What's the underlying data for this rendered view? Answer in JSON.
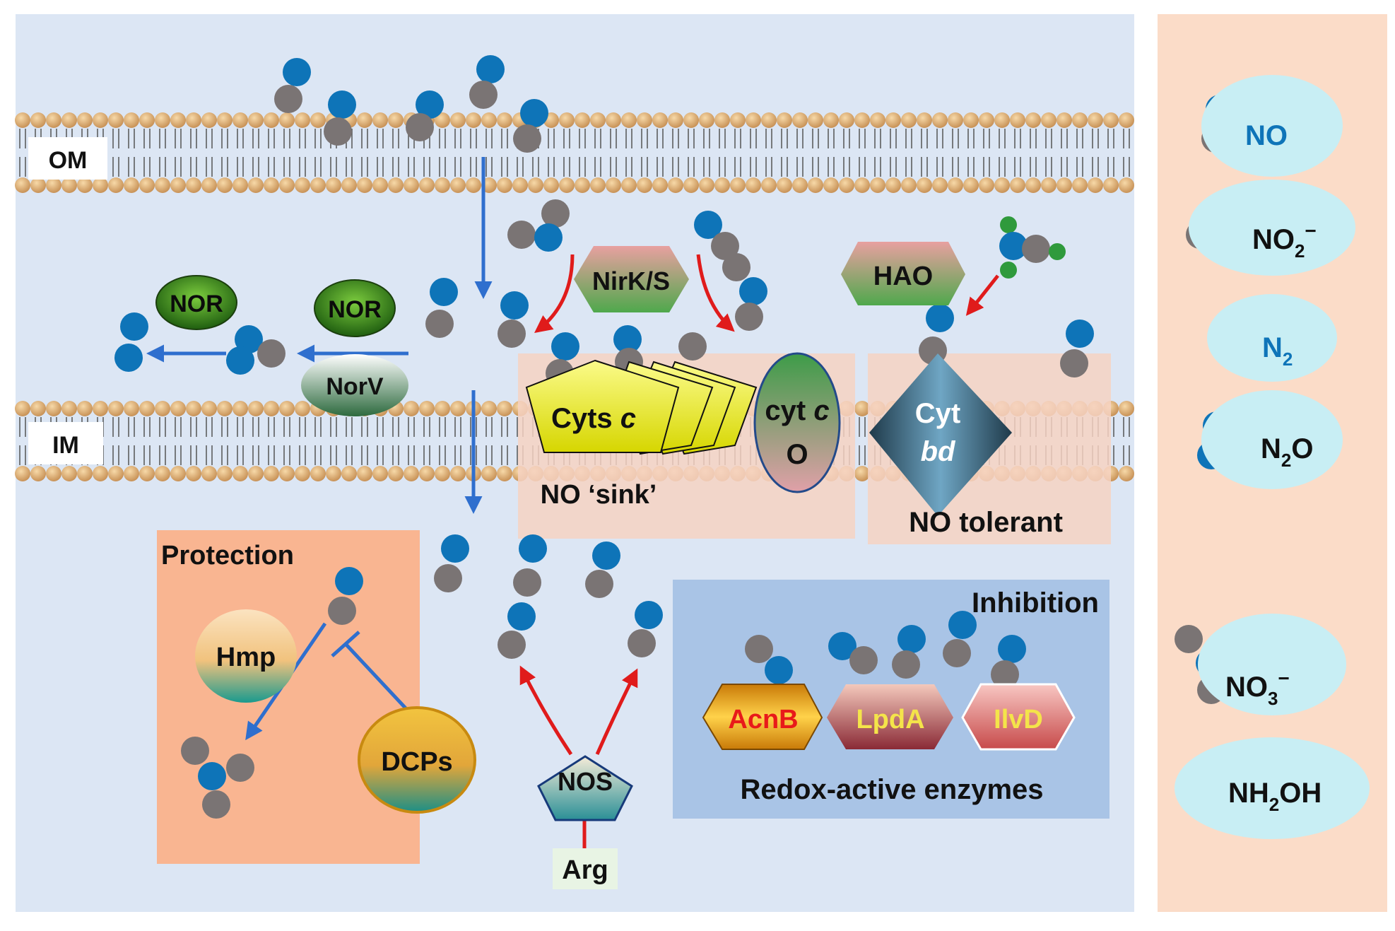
{
  "membranes": {
    "outer_label": "OM",
    "inner_label": "IM"
  },
  "enzymes": {
    "nirks": "NirK/S",
    "hao": "HAO",
    "nor_left": "NOR",
    "nor_right": "NOR",
    "norv": "NorV",
    "cyts_c_main": "Cyts",
    "cyts_c_italic": "c",
    "cyt_co_line1": "cyt",
    "cyt_co_italic": "c",
    "cyt_co_line2": "O",
    "cyt_bd_line1": "Cyt",
    "cyt_bd_line2": "bd",
    "hmp": "Hmp",
    "dcps": "DCPs",
    "nos": "NOS",
    "arg": "Arg",
    "acnb": "AcnB",
    "lpda": "LpdA",
    "ilvd": "IlvD"
  },
  "zones": {
    "no_sink": "NO ‘sink’",
    "no_tolerant": "NO tolerant",
    "protection": "Protection",
    "inhibition": "Inhibition",
    "redox_enzymes": "Redox-active enzymes"
  },
  "legend": [
    {
      "key": "no",
      "label": "NO"
    },
    {
      "key": "no2",
      "label": "NO",
      "sub": "2",
      "sup": "−"
    },
    {
      "key": "n2",
      "label": "N",
      "sub": "2"
    },
    {
      "key": "n2o",
      "label_pre": "N",
      "sub": "2",
      "label_post": "O"
    },
    {
      "key": "no3",
      "label": "NO",
      "sub": "3",
      "sup": "−"
    },
    {
      "key": "nh2oh",
      "label_pre": "NH",
      "sub": "2",
      "label_post": "OH"
    }
  ],
  "colors": {
    "cell_bg": "#dce6f4",
    "legend_bg": "#fbdcc8",
    "nitrogen_atom": "#0e74b8",
    "oxygen_atom": "#7a7474",
    "hydrogen_atom": "#2f9a3c",
    "pathway_arrow": "#2f6fce",
    "red_arrow": "#e01b1b",
    "protection_box": "#f9b591",
    "inhibition_box": "#a9c4e6",
    "sink_box": "#f6d2c2"
  }
}
